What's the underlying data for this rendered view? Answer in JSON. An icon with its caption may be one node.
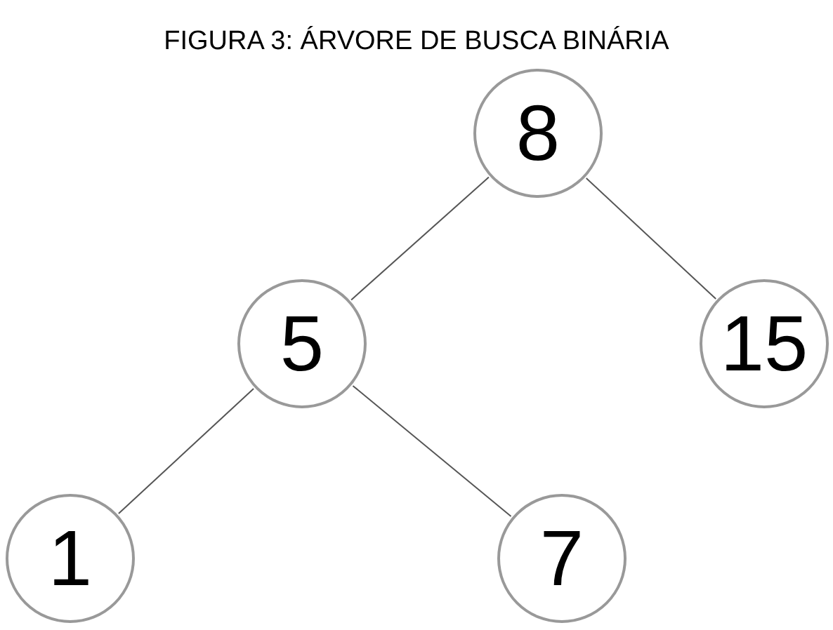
{
  "diagram": {
    "title": "FIGURA 3: ÁRVORE DE BUSCA BINÁRIA",
    "nodes": [
      {
        "text": [
          "8"
        ]
      },
      {
        "text": [
          "5"
        ]
      },
      {
        "text": [
          "15"
        ]
      },
      {
        "text": [
          "1"
        ]
      },
      {
        "text": [
          "7"
        ]
      }
    ],
    "edges": [
      {
        "from": 0,
        "to": 1,
        "arrow": "none"
      },
      {
        "from": 0,
        "to": 2,
        "arrow": "none"
      },
      {
        "from": 1,
        "to": 3,
        "arrow": "none"
      },
      {
        "from": 1,
        "to": 4,
        "arrow": "none"
      }
    ]
  }
}
